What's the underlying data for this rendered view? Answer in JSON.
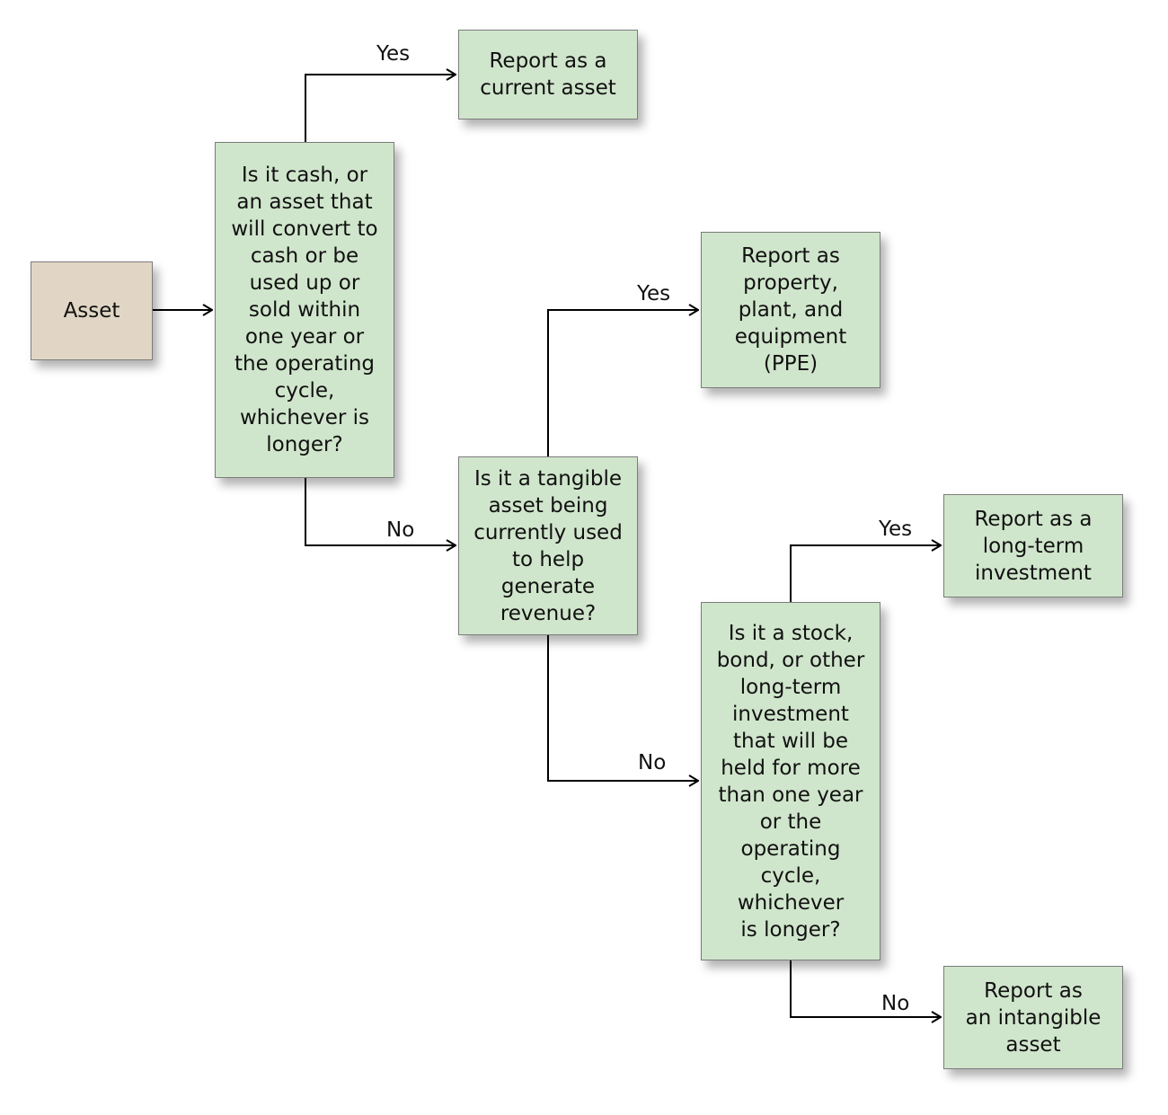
{
  "nodes": {
    "asset": {
      "text": "Asset"
    },
    "q_current": {
      "text": "Is it cash, or\nan asset that\nwill convert to\ncash or be\nused up or\nsold within\none year or\nthe operating\ncycle,\nwhichever is\nlonger?"
    },
    "current_asset": {
      "text": "Report as a\ncurrent asset"
    },
    "q_tangible": {
      "text": "Is it a tangible\nasset being\ncurrently used\nto help\ngenerate\nrevenue?"
    },
    "ppe": {
      "text": "Report as\nproperty,\nplant, and\nequipment\n(PPE)"
    },
    "q_investment": {
      "text": "Is it a stock,\nbond, or other\nlong-term\ninvestment\nthat will be\nheld for more\nthan one year\nor the\noperating\ncycle,\nwhichever\nis longer?"
    },
    "long_term_investment": {
      "text": "Report as a\nlong-term\ninvestment"
    },
    "intangible_asset": {
      "text": "Report as\nan intangible\nasset"
    }
  },
  "edges": {
    "yes_current": "Yes",
    "no_current": "No",
    "yes_ppe": "Yes",
    "no_ppe": "No",
    "yes_investment": "Yes",
    "no_investment": "No"
  },
  "colors": {
    "node_fill": "#d0e6cc",
    "start_fill": "#e1d6c5",
    "line": "#000000"
  }
}
